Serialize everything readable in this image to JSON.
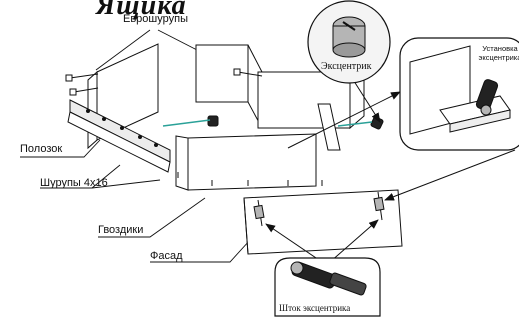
{
  "title": "Ящика",
  "labels": {
    "screws_top": "Еврошурупы",
    "eccentric": "Эксцентрик",
    "install_line1": "Установка",
    "install_line2": "эксцентрика",
    "runner": "Полозок",
    "screws_4x16": "Шурупы 4х16",
    "nails": "Гвоздики",
    "facade": "Фасад",
    "eccentric_rod": "Шток эксцентрика"
  },
  "colors": {
    "line": "#111111",
    "accent_dowel": "#2aa198",
    "panel_fill": "#ffffff",
    "runner_fill": "#ececec",
    "circle_fill": "#f4f4f4",
    "metal": "#b5b5b5",
    "dark_part": "#222222"
  }
}
